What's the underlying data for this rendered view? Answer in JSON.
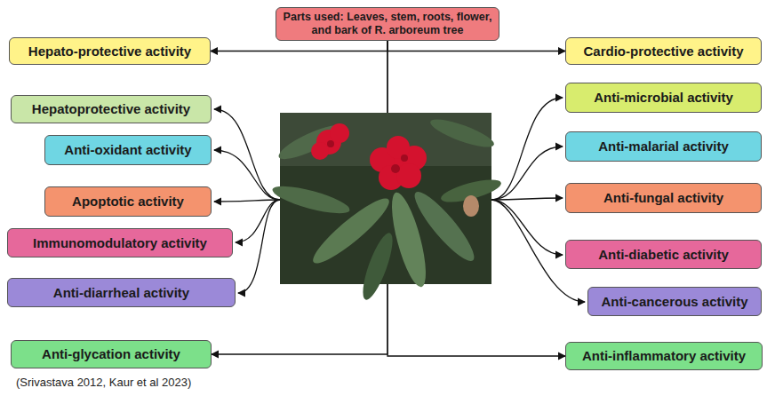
{
  "diagram": {
    "caption": "(Srivastava 2012, Kaur et al 2023)",
    "nodes": [
      {
        "text": [
          "Parts used: Leaves, stem, roots, flower, and bark of R. arboreum tree"
        ]
      },
      {
        "text": [
          "Hepato-protective activity"
        ]
      },
      {
        "text": [
          "Cardio-protective activity"
        ]
      },
      {
        "text": [
          "Hepatoprotective activity"
        ]
      },
      {
        "text": [
          "Anti-microbial activity"
        ]
      },
      {
        "text": [
          "Anti-oxidant activity"
        ]
      },
      {
        "text": [
          "Anti-malarial activity"
        ]
      },
      {
        "text": [
          "Apoptotic activity"
        ]
      },
      {
        "text": [
          "Anti-fungal activity"
        ]
      },
      {
        "text": [
          "Immunomodulatory activity"
        ]
      },
      {
        "text": [
          "Anti-diabetic activity"
        ]
      },
      {
        "text": [
          "Anti-diarrheal activity"
        ]
      },
      {
        "text": [
          "Anti-cancerous activity"
        ]
      },
      {
        "text": [
          "Anti-glycation activity"
        ]
      },
      {
        "text": [
          "Anti-inflammatory activity"
        ]
      }
    ],
    "edges": [
      {
        "from": 0,
        "to": 1,
        "arrow": "to"
      },
      {
        "from": 0,
        "to": 2,
        "arrow": "to"
      },
      {
        "from": 0,
        "to": 13,
        "arrow": "to"
      },
      {
        "from": 0,
        "to": 14,
        "arrow": "to"
      }
    ]
  }
}
